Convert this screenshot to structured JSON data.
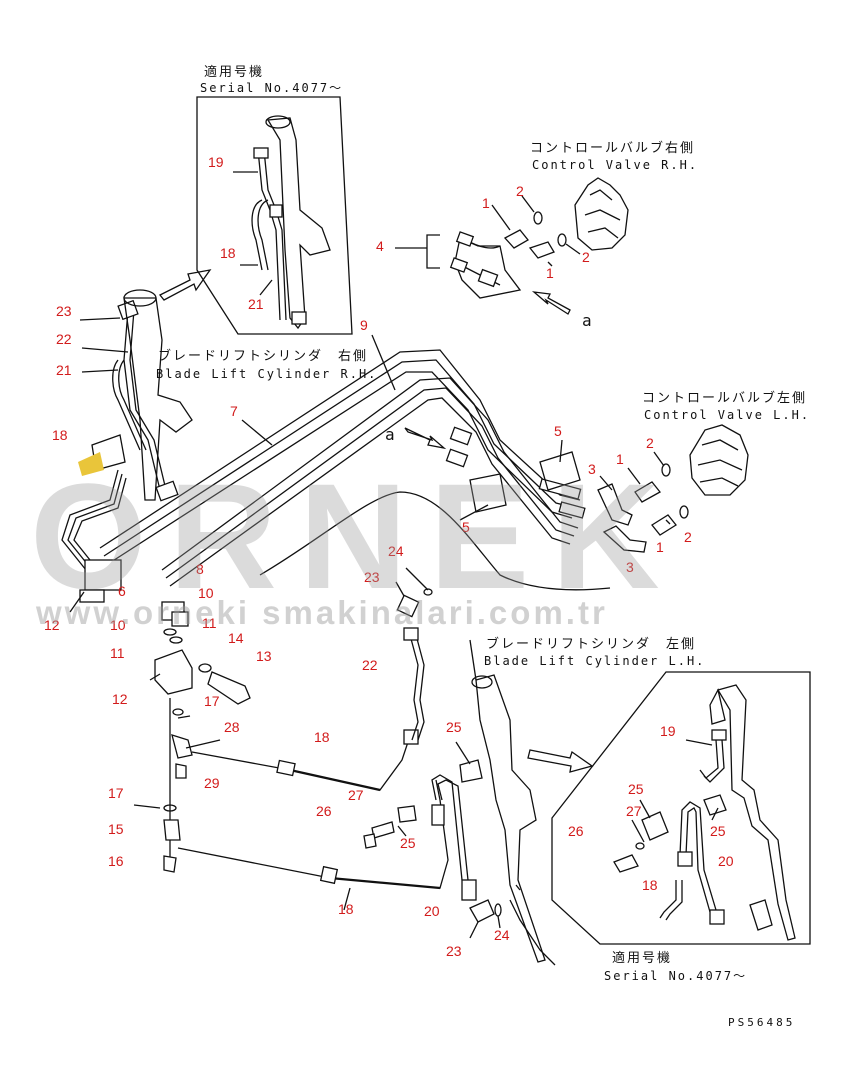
{
  "labels": {
    "inset_top_jp": "適用号機",
    "inset_top_serial": "Serial No.4077～",
    "inset_bottom_jp": "適用号機",
    "inset_bottom_serial": "Serial No.4077～",
    "cv_right_jp": "コントロールバルブ右側",
    "cv_right_en": "Control Valve R.H.",
    "cv_left_jp": "コントロールバルブ左側",
    "cv_left_en": "Control Valve L.H.",
    "blc_right_jp": "ブレードリフトシリンダ　右側",
    "blc_right_en": "Blade Lift Cylinder R.H.",
    "blc_left_jp": "ブレードリフトシリンダ　左側",
    "blc_left_en": "Blade Lift Cylinder L.H.",
    "view_a_1": "a",
    "view_a_2": "a",
    "drawing_code": "PS56485"
  },
  "watermark": {
    "brand": "ORNEK",
    "url": "www.orneki smakinalari.com.tr",
    "color": "#9a9a9a"
  },
  "callouts": [
    {
      "n": "19"
    },
    {
      "n": "18"
    },
    {
      "n": "21"
    },
    {
      "n": "1"
    },
    {
      "n": "2"
    },
    {
      "n": "4"
    },
    {
      "n": "2"
    },
    {
      "n": "1"
    },
    {
      "n": "23"
    },
    {
      "n": "22"
    },
    {
      "n": "21"
    },
    {
      "n": "9"
    },
    {
      "n": "7"
    },
    {
      "n": "18"
    },
    {
      "n": "5"
    },
    {
      "n": "2"
    },
    {
      "n": "1"
    },
    {
      "n": "3"
    },
    {
      "n": "5"
    },
    {
      "n": "2"
    },
    {
      "n": "1"
    },
    {
      "n": "3"
    },
    {
      "n": "6"
    },
    {
      "n": "8"
    },
    {
      "n": "24"
    },
    {
      "n": "23"
    },
    {
      "n": "12"
    },
    {
      "n": "10"
    },
    {
      "n": "10"
    },
    {
      "n": "11"
    },
    {
      "n": "11"
    },
    {
      "n": "14"
    },
    {
      "n": "13"
    },
    {
      "n": "22"
    },
    {
      "n": "12"
    },
    {
      "n": "17"
    },
    {
      "n": "28"
    },
    {
      "n": "29"
    },
    {
      "n": "18"
    },
    {
      "n": "27"
    },
    {
      "n": "25"
    },
    {
      "n": "19"
    },
    {
      "n": "17"
    },
    {
      "n": "26"
    },
    {
      "n": "25"
    },
    {
      "n": "15"
    },
    {
      "n": "16"
    },
    {
      "n": "18"
    },
    {
      "n": "20"
    },
    {
      "n": "23"
    },
    {
      "n": "24"
    },
    {
      "n": "25"
    },
    {
      "n": "27"
    },
    {
      "n": "26"
    },
    {
      "n": "25"
    },
    {
      "n": "20"
    },
    {
      "n": "18"
    }
  ],
  "colors": {
    "callout": "#d21b1b",
    "line": "#111111"
  }
}
